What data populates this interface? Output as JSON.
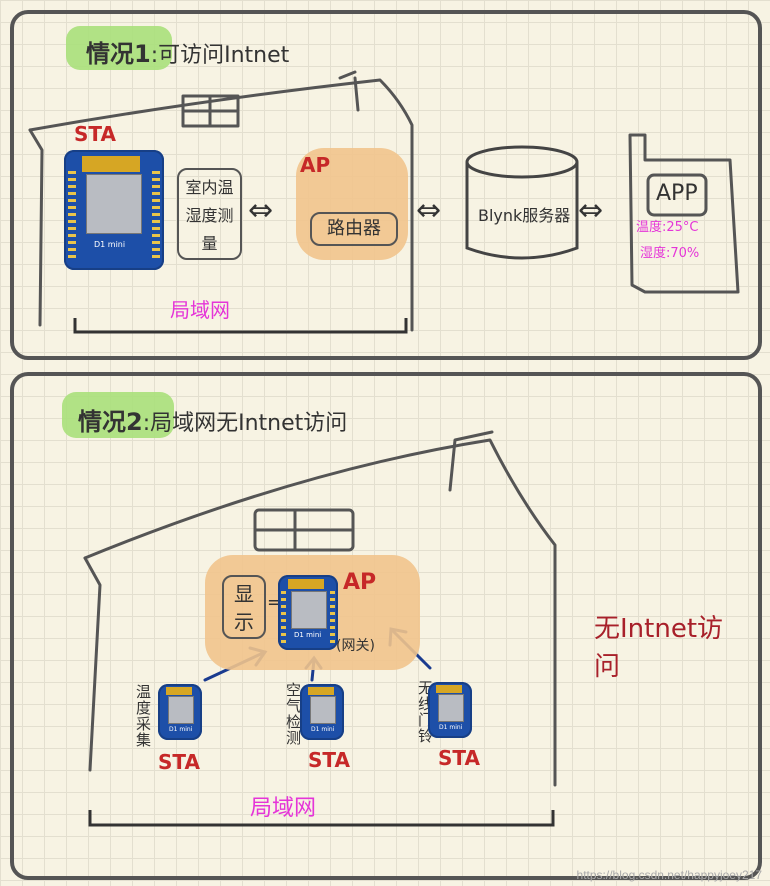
{
  "scenario1": {
    "badge": "情况1",
    "rest": ":可访问Intnet",
    "sta_label": "STA",
    "sensor_box": "室内温湿度测量",
    "ap_label": "AP",
    "router_box": "路由器",
    "server_label": "Blynk服务器",
    "app_label": "APP",
    "app_temp": "温度:25°C",
    "app_humidity": "湿度:70%",
    "lan_label": "局域网",
    "arrow": "⇔"
  },
  "scenario2": {
    "badge": "情况2",
    "rest": ":局域网无Intnet访问",
    "display_box": "显示",
    "ap_label": "AP",
    "gateway_label": "(网关)",
    "node1_label": "温度采集",
    "node2_label": "空气检测",
    "node3_label": "无线门铃",
    "sta_label": "STA",
    "no_internet": "无Intnet访问",
    "lan_label": "局域网"
  },
  "board": {
    "name": "D1 mini"
  },
  "watermark": "https://blog.csdn.net/happyjoey217",
  "colors": {
    "highlight_green": "#a8e07a",
    "ap_glow": "#f1c48c",
    "red": "#c62828",
    "magenta": "#e535d8",
    "board_blue": "#1d4fa8",
    "arrow_navy": "#1a3b8f"
  }
}
